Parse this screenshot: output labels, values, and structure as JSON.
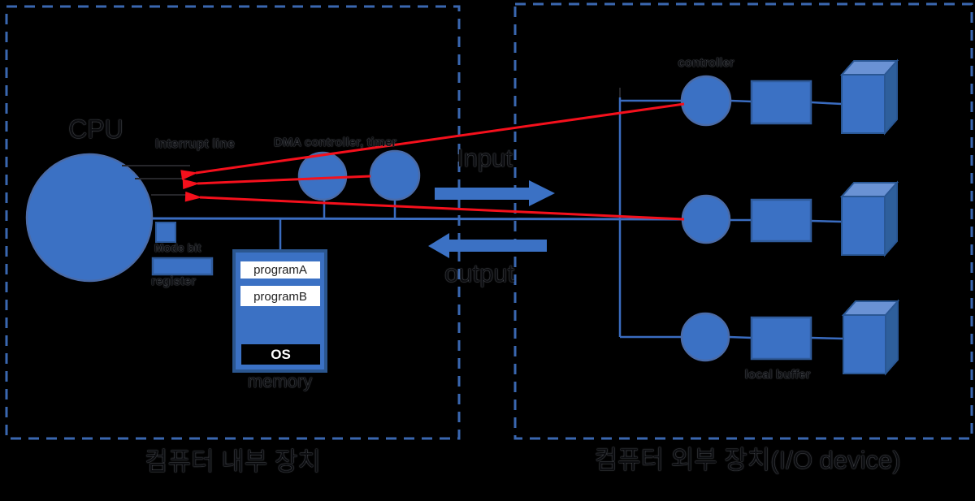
{
  "left_panel": {
    "caption": "컴퓨터 내부 장치",
    "cpu_label": "CPU",
    "interrupt_line_label": "Interrupt line",
    "dma_label": "DMA controller, timer",
    "mode_bit_label": "Mode bit",
    "register_label": "register",
    "memory": {
      "label": "memory",
      "rows": [
        "programA",
        "programB",
        "OS"
      ]
    }
  },
  "middle": {
    "input_label": "Input",
    "output_label": "output"
  },
  "right_panel": {
    "caption": "컴퓨터 외부 장치(I/O device)",
    "controller_label": "controller",
    "local_buffer_label": "local buffer"
  },
  "colors": {
    "shape_blue": "#3b71c4",
    "shape_border": "#2f5b9b",
    "box_top_face": "#6a92d4",
    "box_side_face": "#2e5f9c",
    "red_arrow": "#f5101c",
    "dashed_border": "#3a67b0"
  }
}
